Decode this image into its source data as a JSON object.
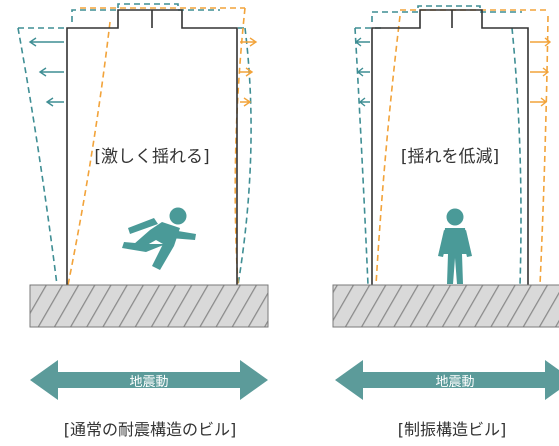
{
  "panels": {
    "left": {
      "inner_label": "[激しく揺れる]",
      "arrow_label": "地震動",
      "caption": "[通常の耐震構造のビル]"
    },
    "right": {
      "inner_label": "[揺れを低減]",
      "arrow_label": "地震動",
      "caption": "[制振構造ビル]"
    }
  },
  "colors": {
    "building_outline": "#333333",
    "sway_teal": "#3f8e94",
    "sway_orange": "#f2a33a",
    "figure": "#4a9a98",
    "ground_fill": "#d9d9d9",
    "ground_hatch": "#8a8a8a",
    "arrow": "#5c9b9a",
    "arrow_text": "#ffffff",
    "text": "#333333"
  },
  "icons": {
    "left_figure": "falling-person-icon",
    "right_figure": "standing-person-icon"
  }
}
